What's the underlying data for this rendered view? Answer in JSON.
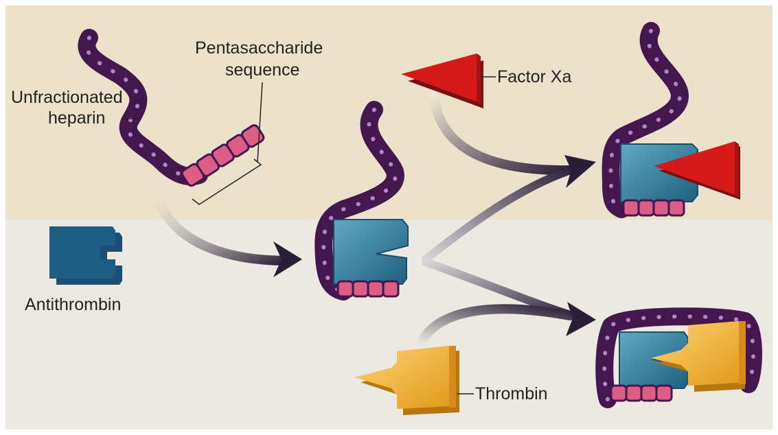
{
  "labels": {
    "unfractionated_line1": "Unfractionated",
    "unfractionated_line2": "heparin",
    "pentasaccharide_line1": "Pentasaccharide",
    "pentasaccharide_line2": "sequence",
    "factor_xa": "Factor Xa",
    "antithrombin": "Antithrombin",
    "thrombin": "Thrombin"
  },
  "colors": {
    "top_panel": "#ece1cb",
    "bottom_panel": "#ebe9e2",
    "heparin_chain": "#44174f",
    "heparin_bead": "#b483c8",
    "pentasaccharide": "#dc5e86",
    "antithrombin": "#2d7e9e",
    "factor_xa": "#d61a1a",
    "thrombin": "#f0b02a",
    "arrow": "#2b1f38"
  }
}
